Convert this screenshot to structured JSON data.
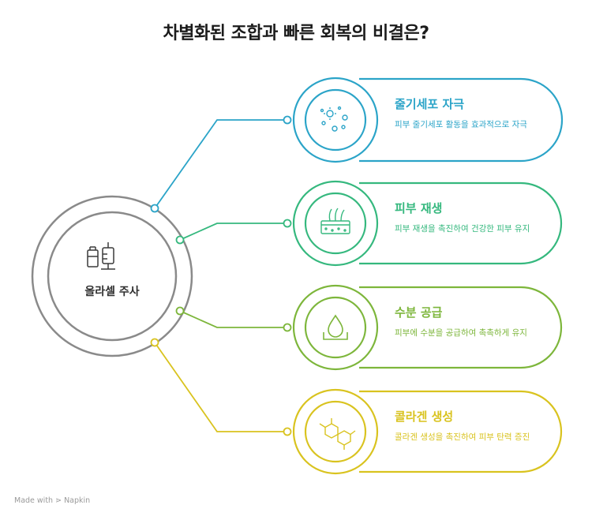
{
  "title": "차별화된 조합과 빠른 회복의 비결은?",
  "center": {
    "label": "올라셀 주사",
    "icon": "vial-syringe-icon"
  },
  "items": [
    {
      "title": "줄기세포 자극",
      "desc": "피부 줄기세포 활동을 효과적으로 자극",
      "color": "#2ba4c8",
      "icon": "cells-sparkle-icon"
    },
    {
      "title": "피부 재생",
      "desc": "피부 재생을 촉진하여 건강한 피부 유지",
      "color": "#35b87e",
      "icon": "skin-layer-hair-icon"
    },
    {
      "title": "수분 공급",
      "desc": "피부에 수분을 공급하여 촉촉하게 유지",
      "color": "#7db63b",
      "icon": "water-drop-icon"
    },
    {
      "title": "콜라겐 생성",
      "desc": "콜라겐 생성을 촉진하여 피부 탄력 증진",
      "color": "#d9c31f",
      "icon": "molecule-icon"
    }
  ],
  "footer": {
    "text": "Made with ⋗ Napkin"
  }
}
